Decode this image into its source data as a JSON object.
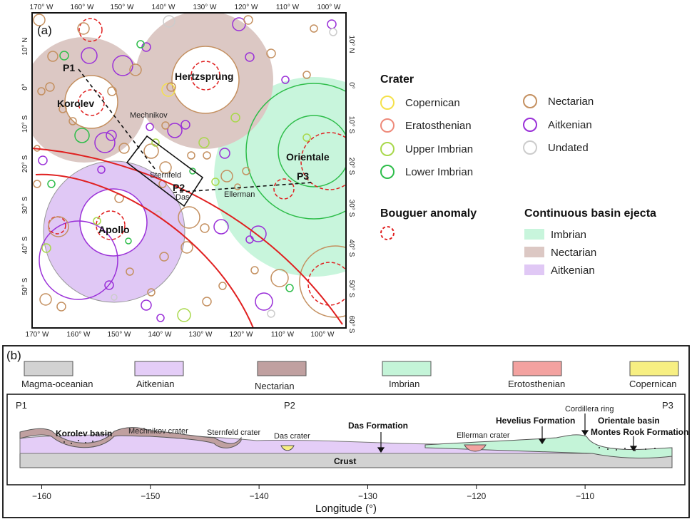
{
  "panel_a": {
    "label": "(a)",
    "top_lon_ticks": [
      "170° W",
      "160° W",
      "150° W",
      "140° W",
      "130° W",
      "120° W",
      "110° W",
      "100° W"
    ],
    "bottom_lon_ticks": [
      "170° W",
      "160° W",
      "150° W",
      "140° W",
      "130° W",
      "120° W",
      "110° W",
      "100° W"
    ],
    "left_lat_ticks": [
      "10° N",
      "0°",
      "10° S",
      "20° S",
      "30° S",
      "40° S",
      "50° S"
    ],
    "right_lat_ticks": [
      "10° N",
      "0°",
      "10° S",
      "20° S",
      "30° S",
      "40° S",
      "50° S",
      "60° S"
    ],
    "basins": {
      "korolev": "Korolev",
      "hertzsprung": "Hertzsprung",
      "orientale": "Orientale",
      "apollo": "Apollo"
    },
    "craters": {
      "mechnikov": "Mechnikov",
      "sternfeld": "Sternfeld",
      "das": "Das",
      "ellerman": "Ellerman"
    },
    "profile_points": {
      "p1": "P1",
      "p2": "P2",
      "p3": "P3"
    }
  },
  "legend": {
    "crater_heading": "Crater",
    "crater_items": [
      {
        "label": "Copernican",
        "color": "#f5e14a"
      },
      {
        "label": "Eratosthenian",
        "color": "#ee8a7a"
      },
      {
        "label": "Upper Imbrian",
        "color": "#a8d84a"
      },
      {
        "label": "Lower Imbrian",
        "color": "#2ebd4a"
      },
      {
        "label": "Nectarian",
        "color": "#c49060"
      },
      {
        "label": "Aitkenian",
        "color": "#9a30d8"
      },
      {
        "label": "Undated",
        "color": "#cccccc"
      }
    ],
    "bouguer_heading": "Bouguer anomaly",
    "ejecta_heading": "Continuous basin ejecta",
    "ejecta_items": [
      {
        "label": "Imbrian",
        "color": "#c8f5dc"
      },
      {
        "label": "Nectarian",
        "color": "#dcc8c4"
      },
      {
        "label": "Aitkenian",
        "color": "#e0c8f5"
      }
    ]
  },
  "panel_b": {
    "label": "(b)",
    "unit_legend": [
      {
        "label": "Magma-oceanian",
        "color": "#d2d2d2"
      },
      {
        "label": "Aitkenian",
        "color": "#e4cdf7"
      },
      {
        "label": "Nectarian",
        "color": "#c0a0a0"
      },
      {
        "label": "Imbrian",
        "color": "#c4f4d8"
      },
      {
        "label": "Erotosthenian",
        "color": "#f3a2a0"
      },
      {
        "label": "Copernican",
        "color": "#f7ef82"
      }
    ],
    "points": {
      "p1": "P1",
      "p2": "P2",
      "p3": "P3"
    },
    "labels": {
      "korolev_basin": "Korolev basin",
      "mechnikov_crater": "Mechnikov crater",
      "sternfeld_crater": "Sternfeld crater",
      "das_crater": "Das crater",
      "das_formation": "Das Formation",
      "ellerman_crater": "Ellerman crater",
      "cordillera_ring": "Cordillera ring",
      "hevelius_formation": "Hevelius Formation",
      "orientale_basin": "Orientale basin",
      "montes_rook_formation": "Montes Rook Formation",
      "crust": "Crust"
    },
    "x_axis": {
      "label": "Longitude (°)",
      "ticks": [
        -160,
        -150,
        -140,
        -130,
        -120,
        -110
      ],
      "range": [
        -162,
        -102
      ]
    }
  }
}
